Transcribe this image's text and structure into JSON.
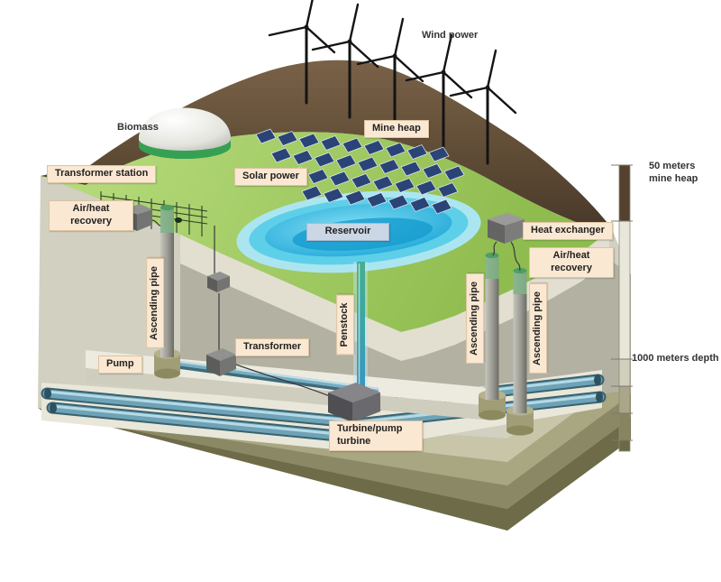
{
  "title": "Mine renewable energy system diagram",
  "labels": {
    "wind_power": "Wind power",
    "mine_heap": "Mine heap",
    "biomass": "Biomass",
    "transformer_station": "Transformer station",
    "air_heat_recovery_left": "Air/heat recovery",
    "solar_power": "Solar power",
    "reservoir": "Reservoir",
    "heat_exchanger": "Heat exchanger",
    "air_heat_recovery_right": "Air/heat recovery",
    "ascending_pipe_left": "Ascending pipe",
    "ascending_pipe_mid": "Ascending pipe",
    "ascending_pipe_right": "Ascending pipe",
    "penstock": "Penstock",
    "transformer": "Transformer",
    "pump": "Pump",
    "turbine": "Turbine/pump turbine",
    "scale_mine_heap": "50 meters mine heap",
    "scale_depth": "1000 meters depth"
  },
  "colors": {
    "grass": "#a6cf63",
    "hill_brown": "#5d4a34",
    "water_blue": "#25b1de",
    "pipe_blue": "#6ea2b6",
    "penstock_teal": "#3da4a8",
    "solar_panel": "#2b4477",
    "label_background": "#fbe8d2",
    "reservoir_label_background": "#ccd7e5",
    "strata_olive": "#8b8866"
  }
}
